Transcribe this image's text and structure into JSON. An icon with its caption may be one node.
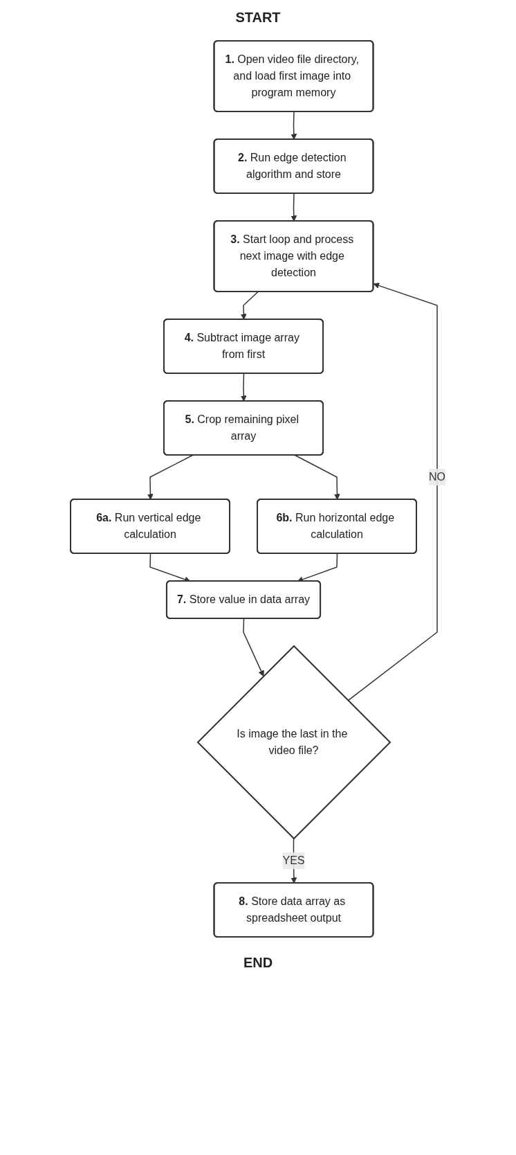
{
  "diagram": {
    "nodes": [
      {
        "text": [
          "**1.** Open video file directory, and load first image into program memory"
        ]
      },
      {
        "text": [
          "**2.** Run edge detection algorithm and store"
        ]
      },
      {
        "text": [
          "**3.** Start loop and process next image with edge detection"
        ]
      },
      {
        "text": [
          "**4.** Subtract image array from first"
        ]
      },
      {
        "text": [
          "**5.** Crop remaining pixel array"
        ]
      },
      {
        "text": [
          "**6a.** Run vertical edge calculation"
        ]
      },
      {
        "text": [
          "**6b.** Run horizontal edge calculation"
        ]
      },
      {
        "text": [
          "**7.** Store value in data array"
        ]
      },
      {
        "text": [
          "Is image the last in the video file?"
        ]
      },
      {
        "text": [
          "**8.** Store data array as spreadsheet output"
        ]
      }
    ],
    "edges": [
      {
        "from": 0,
        "to": 1,
        "arrow": "to"
      },
      {
        "from": 1,
        "to": 2,
        "arrow": "to"
      },
      {
        "from": 2,
        "to": 3,
        "arrow": "to"
      },
      {
        "from": 3,
        "to": 4,
        "arrow": "to"
      },
      {
        "from": 4,
        "to": 5,
        "arrow": "to"
      },
      {
        "from": 4,
        "to": 6,
        "arrow": "to"
      },
      {
        "from": 5,
        "to": 7,
        "arrow": "to"
      },
      {
        "from": 6,
        "to": 7,
        "arrow": "to"
      },
      {
        "from": 7,
        "to": 8,
        "arrow": "to"
      },
      {
        "from": 8,
        "to": 2,
        "label": "NO",
        "arrow": "to"
      },
      {
        "from": 8,
        "to": 9,
        "label": "YES",
        "arrow": "to"
      }
    ],
    "labels": [
      "START",
      "END"
    ]
  }
}
